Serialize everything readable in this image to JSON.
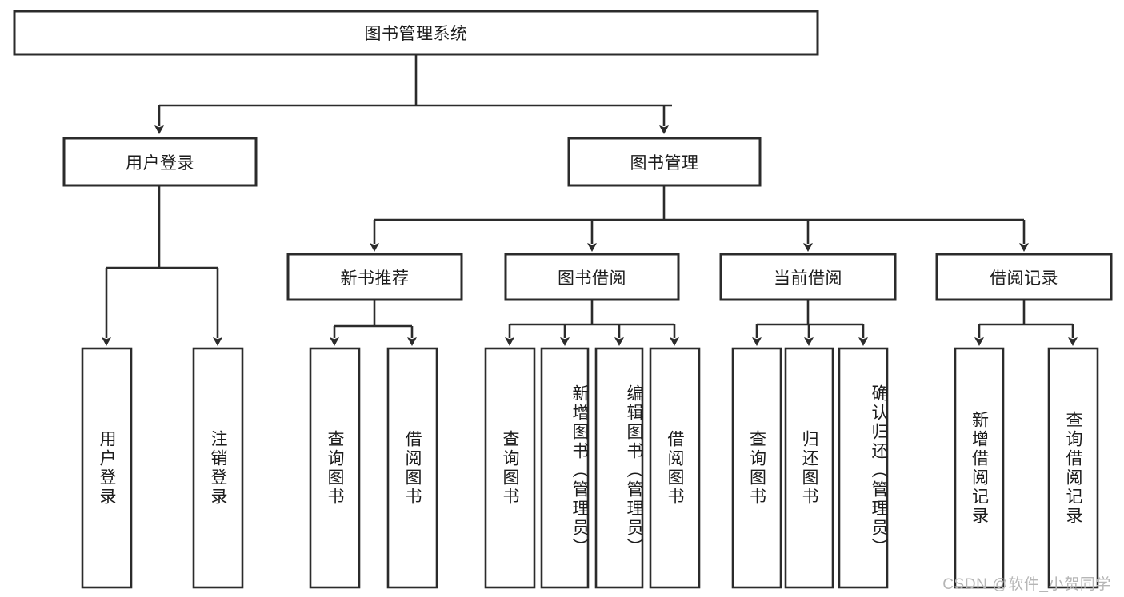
{
  "diagram": {
    "type": "tree",
    "title": "图书管理系统",
    "watermark": "CSDN @软件_小贺同学",
    "colors": {
      "stroke": "#2b2b2b",
      "fill": "#ffffff",
      "text": "#1c1c1c",
      "watermark": "#b6b6b6"
    },
    "root": {
      "label": "图书管理系统"
    },
    "level2": [
      {
        "label": "用户登录"
      },
      {
        "label": "图书管理"
      }
    ],
    "level3": [
      {
        "label": "新书推荐"
      },
      {
        "label": "图书借阅"
      },
      {
        "label": "当前借阅"
      },
      {
        "label": "借阅记录"
      }
    ],
    "leaves": {
      "user_login": [
        {
          "label": "用户登录"
        },
        {
          "label": "注销登录"
        }
      ],
      "new_book_recommend": [
        {
          "label": "查询图书"
        },
        {
          "label": "借阅图书"
        }
      ],
      "book_borrow": [
        {
          "label": "查询图书"
        },
        {
          "label": "新增图书（管理员）"
        },
        {
          "label": "编辑图书（管理员）"
        },
        {
          "label": "借阅图书"
        }
      ],
      "current_borrow": [
        {
          "label": "查询图书"
        },
        {
          "label": "归还图书"
        },
        {
          "label": "确认归还（管理员）"
        }
      ],
      "borrow_record": [
        {
          "label": "新增借阅记录"
        },
        {
          "label": "查询借阅记录"
        }
      ]
    }
  }
}
